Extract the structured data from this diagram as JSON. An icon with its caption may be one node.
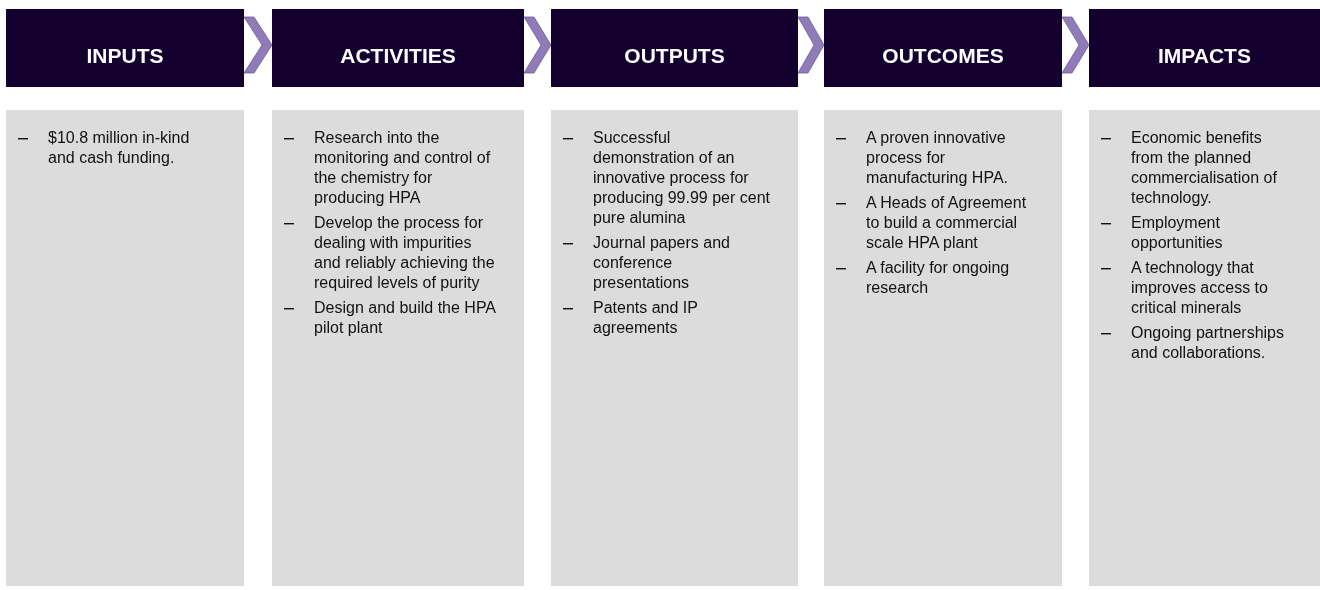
{
  "diagram": {
    "nodes": [
      {
        "text": [
          "INPUTS"
        ]
      },
      {
        "text": [
          "ACTIVITIES"
        ]
      },
      {
        "text": [
          "OUTPUTS"
        ]
      },
      {
        "text": [
          "OUTCOMES"
        ]
      },
      {
        "text": [
          "IMPACTS"
        ]
      },
      {
        "text": [
          "$10.8 million in-kind and cash funding."
        ]
      },
      {
        "text": [
          "Research into the monitoring and control of the chemistry for producing HPA",
          "Develop the process for dealing with impurities and reliably achieving the required levels of purity",
          "Design and build the HPA pilot plant"
        ]
      },
      {
        "text": [
          "Successful demonstration of an innovative process for producing 99.99 per cent pure alumina",
          "Journal papers and conference presentations",
          "Patents and IP agreements"
        ]
      },
      {
        "text": [
          "A proven innovative process for manufacturing HPA.",
          "A Heads of Agreement to build a commercial scale HPA plant",
          "A facility for ongoing research"
        ]
      },
      {
        "text": [
          "Economic benefits from the planned commercialisation of technology.",
          "Employment opportunities",
          "A technology that improves access to critical minerals",
          "Ongoing partnerships and collaborations."
        ]
      }
    ],
    "edges": [
      {
        "from": 0,
        "to": 1,
        "arrow": "to"
      },
      {
        "from": 1,
        "to": 2,
        "arrow": "to"
      },
      {
        "from": 2,
        "to": 3,
        "arrow": "to"
      },
      {
        "from": 3,
        "to": 4,
        "arrow": "to"
      }
    ]
  }
}
